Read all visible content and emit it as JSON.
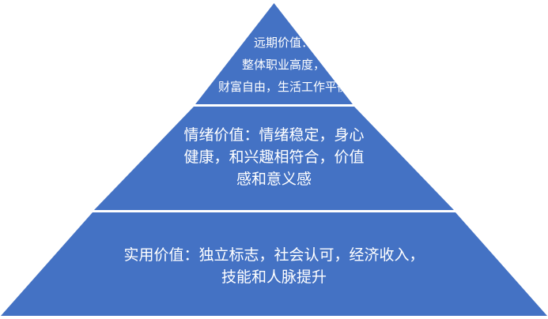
{
  "colors": {
    "tier_fill": "#4472C4",
    "divider": "#ffffff",
    "text": "#ffffff",
    "background": "#ffffff"
  },
  "tiers": {
    "top": {
      "lines": [
        "远期价值：",
        "整体职业高度，",
        "财富自由，生活工作平衡"
      ]
    },
    "middle": {
      "lines": [
        "情绪价值：情绪稳定，身心",
        "健康，和兴趣相符合，价值",
        "感和意义感"
      ]
    },
    "bottom": {
      "lines": [
        "实用价值：独立标志，社会认可，经济收入，",
        "技能和人脉提升"
      ]
    }
  }
}
